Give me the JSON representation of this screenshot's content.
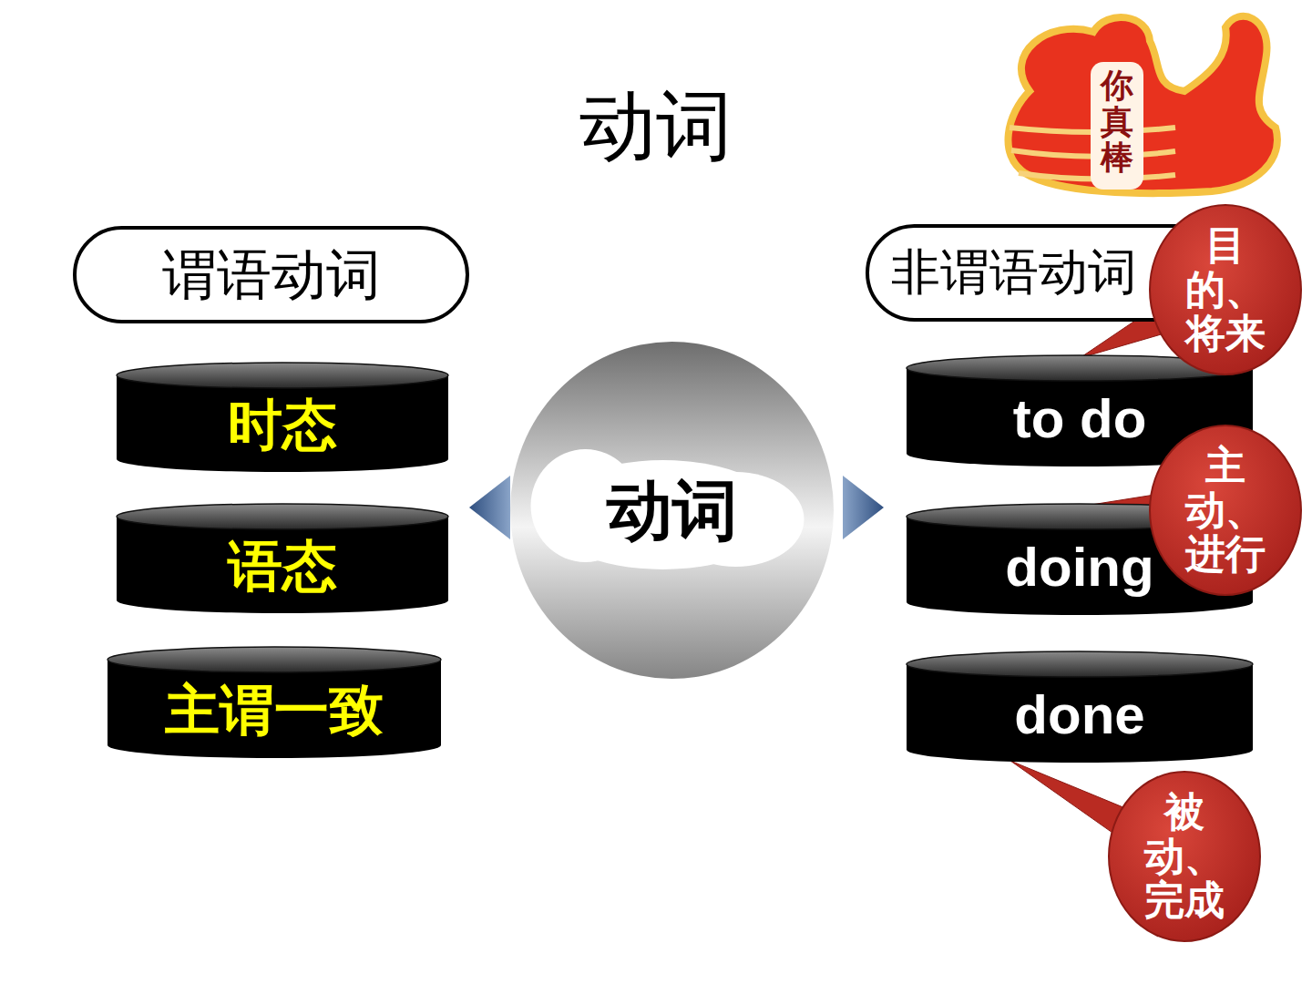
{
  "diagram": {
    "title": "动词",
    "nodes": [
      {
        "text": [
          "谓语动词"
        ]
      },
      {
        "text": [
          "时态"
        ]
      },
      {
        "text": [
          "语态"
        ]
      },
      {
        "text": [
          "主谓一致"
        ]
      },
      {
        "text": [
          "动词"
        ]
      },
      {
        "text": [
          "非谓语动词"
        ]
      },
      {
        "text": [
          "to do"
        ]
      },
      {
        "text": [
          "doing"
        ]
      },
      {
        "text": [
          "done"
        ]
      },
      {
        "text": [
          "目的、将来"
        ]
      },
      {
        "text": [
          "主动、进行"
        ]
      },
      {
        "text": [
          "被动、完成"
        ]
      }
    ],
    "edges": [
      {
        "from": 9,
        "to": 6,
        "arrow": "none"
      },
      {
        "from": 10,
        "to": 7,
        "arrow": "none"
      },
      {
        "from": 11,
        "to": 8,
        "arrow": "none"
      }
    ],
    "labels": [
      "你真棒"
    ]
  }
}
